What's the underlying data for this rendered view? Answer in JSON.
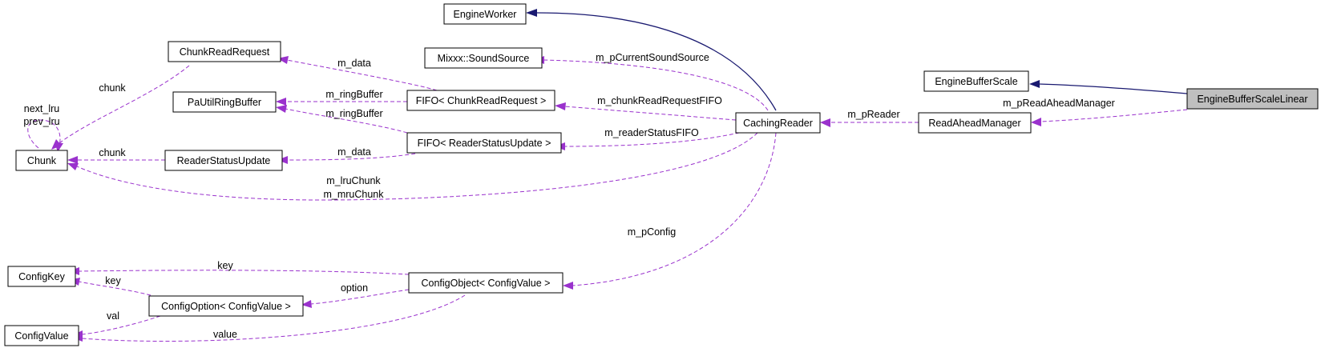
{
  "diagram": {
    "colors": {
      "usage_edge": "#9a32cd",
      "inheritance_edge": "#191970",
      "highlight_fill": "#bfbfbf"
    },
    "nodes": {
      "engine_buffer_scale_linear": "EngineBufferScaleLinear",
      "engine_buffer_scale": "EngineBufferScale",
      "read_ahead_manager": "ReadAheadManager",
      "caching_reader": "CachingReader",
      "engine_worker": "EngineWorker",
      "sound_source": "Mixxx::SoundSource",
      "fifo_chunk_read_request": "FIFO< ChunkReadRequest >",
      "fifo_reader_status_update": "FIFO< ReaderStatusUpdate >",
      "chunk_read_request": "ChunkReadRequest",
      "pa_util_ring_buffer": "PaUtilRingBuffer",
      "reader_status_update": "ReaderStatusUpdate",
      "chunk": "Chunk",
      "config_object": "ConfigObject< ConfigValue >",
      "config_option": "ConfigOption< ConfigValue >",
      "config_key": "ConfigKey",
      "config_value": "ConfigValue"
    },
    "edge_labels": {
      "m_pReadAheadManager": "m_pReadAheadManager",
      "m_pReader": "m_pReader",
      "m_pCurrentSoundSource": "m_pCurrentSoundSource",
      "m_chunkReadRequestFIFO": "m_chunkReadRequestFIFO",
      "m_readerStatusFIFO": "m_readerStatusFIFO",
      "m_lruChunk": "m_lruChunk",
      "m_mruChunk": "m_mruChunk",
      "m_pConfig": "m_pConfig",
      "m_data_1": "m_data",
      "m_data_2": "m_data",
      "m_ringBuffer_1": "m_ringBuffer",
      "m_ringBuffer_2": "m_ringBuffer",
      "chunk_1": "chunk",
      "chunk_2": "chunk",
      "next_lru": "next_lru",
      "prev_lru": "prev_lru",
      "key_1": "key",
      "key_2": "key",
      "option": "option",
      "val": "val",
      "value": "value"
    }
  }
}
